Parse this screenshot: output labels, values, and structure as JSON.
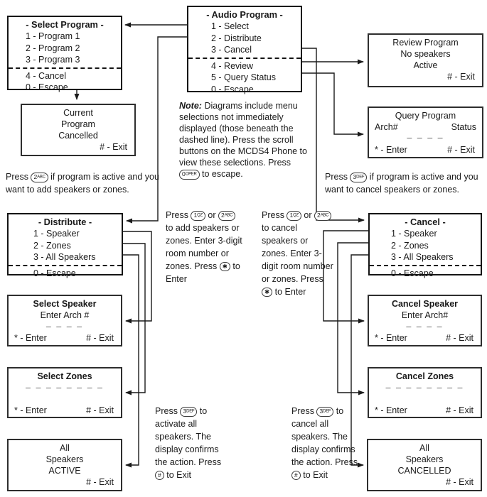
{
  "keys": {
    "k1": {
      "num": "1",
      "letters": "QZ"
    },
    "k2": {
      "num": "2",
      "letters": "ABC"
    },
    "k3": {
      "num": "3",
      "letters": "DEF"
    },
    "k0": {
      "num": "0",
      "letters": "OPER"
    },
    "kstar": {
      "num": "✱",
      "letters": ""
    },
    "kpound": {
      "num": "#",
      "letters": ""
    }
  },
  "boxes": {
    "select_program": {
      "title": "- Select Program -",
      "items": [
        "1 - Program 1",
        "2 - Program 2",
        "3 - Program 3",
        "4 - Cancel",
        "0 - Escape"
      ]
    },
    "audio_program": {
      "title": "- Audio Program -",
      "items": [
        "1 - Select",
        "2 - Distribute",
        "3 - Cancel",
        "4 - Review",
        "5 - Query Status",
        "0 - Escape"
      ]
    },
    "review_program": {
      "lines": [
        "Review Program",
        "No speakers",
        "Active"
      ],
      "exit": "# - Exit"
    },
    "query_program": {
      "title": "Query Program",
      "col_left": "Arch#",
      "col_right": "Status",
      "dashes": "– – – –",
      "enter": "* - Enter",
      "exit": "# - Exit"
    },
    "current_program": {
      "lines": [
        "Current",
        "Program",
        "Cancelled"
      ],
      "exit": "# - Exit"
    },
    "distribute": {
      "title": "- Distribute -",
      "items": [
        "1 - Speaker",
        "2 - Zones",
        "3 - All Speakers",
        "0 - Escape"
      ]
    },
    "cancel_menu": {
      "title": "- Cancel -",
      "items": [
        "1 - Speaker",
        "2 - Zones",
        "3 - All Speakers",
        "0 - Escape"
      ]
    },
    "select_speaker": {
      "title": "Select Speaker",
      "subtitle": "Enter Arch #",
      "dashes": "– – – –",
      "enter": "* - Enter",
      "exit": "# - Exit"
    },
    "select_zones": {
      "title": "Select Zones",
      "dashes": "– – – – – – – –",
      "enter": "* - Enter",
      "exit": "# - Exit"
    },
    "cancel_speaker": {
      "title": "Cancel Speaker",
      "subtitle": "Enter Arch#",
      "dashes": "– – – –",
      "enter": "* - Enter",
      "exit": "# - Exit"
    },
    "cancel_zones": {
      "title": "Cancel Zones",
      "dashes": "– – – – – – – –",
      "enter": "* - Enter",
      "exit": "# - Exit"
    },
    "active_box": {
      "lines": [
        "All",
        "Speakers",
        "ACTIVE"
      ],
      "exit": "# - Exit"
    },
    "cancelled_box": {
      "lines": [
        "All",
        "Speakers",
        "CANCELLED"
      ],
      "exit": "# - Exit"
    }
  },
  "texts": {
    "note": {
      "label": "Note:",
      "body": "Diagrams include menu selections not immediately displayed (those beneath the dashed line). Press the scroll buttons on the MCDS4 Phone to view these selections.",
      "press_before": "Press",
      "press_after": "to escape."
    },
    "left_press": {
      "before": "Press",
      "after": "if program is active and you want to add speakers or zones."
    },
    "right_press": {
      "before": "Press",
      "after": "if program is active and you want to cancel speakers or zones."
    },
    "mid_left": {
      "p1": "Press",
      "p2": "or",
      "p3": "to add speakers or zones. Enter 3-digit room number or zones. Press",
      "p4": "to Enter"
    },
    "mid_right": {
      "p1": "Press",
      "p2": "or",
      "p3": "to cancel speakers or zones. Enter 3-digit room number or zones. Press",
      "p4": "to Enter"
    },
    "bottom_left": {
      "p1": "Press",
      "p2": "to activate all speakers. The display confirms the action. Press",
      "p3": "to Exit"
    },
    "bottom_right": {
      "p1": "Press",
      "p2": "to cancel all speakers. The display confirms the action. Press",
      "p3": "to Exit"
    }
  },
  "colors": {
    "ink": "#1a1a1a",
    "background": "#ffffff"
  }
}
